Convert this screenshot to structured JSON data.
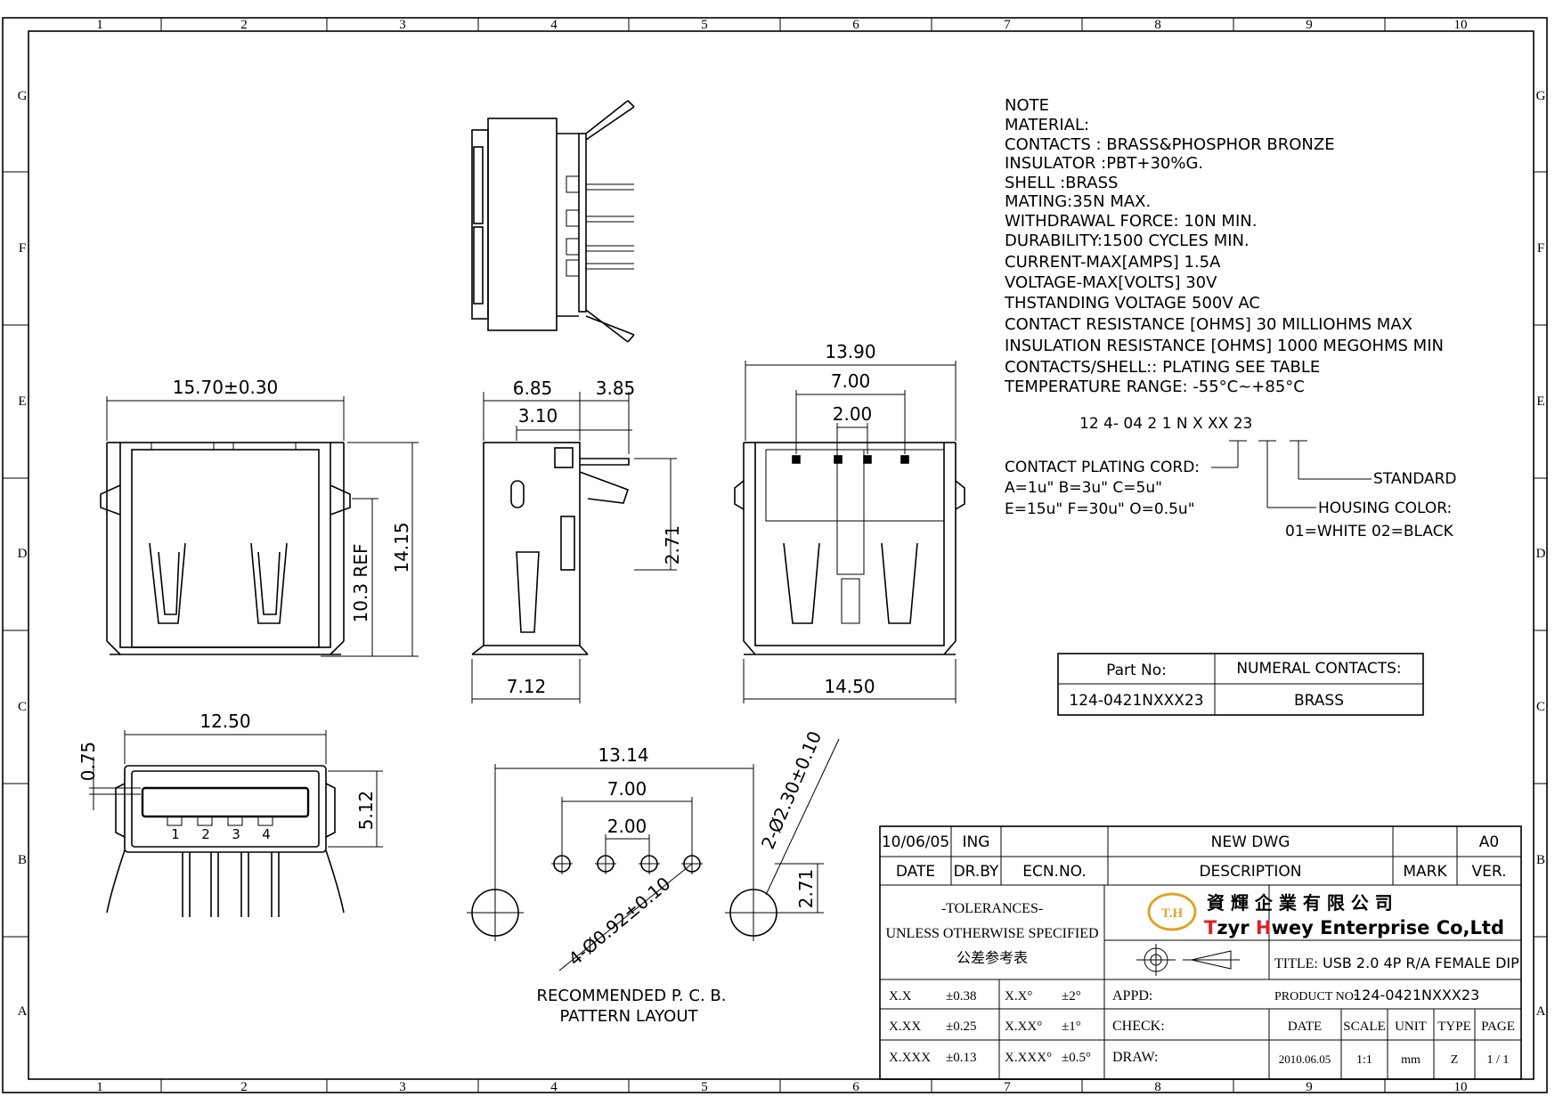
{
  "border": {
    "columns": [
      "1",
      "2",
      "3",
      "4",
      "5",
      "6",
      "7",
      "8",
      "9",
      "10"
    ],
    "rows": [
      "G",
      "F",
      "E",
      "D",
      "C",
      "B",
      "A"
    ]
  },
  "notes": [
    "NOTE",
    "MATERIAL:",
    "CONTACTS : BRASS&PHOSPHOR BRONZE",
    "INSULATOR :PBT+30%G.",
    "SHELL :BRASS",
    "MATING:35N MAX.",
    "WITHDRAWAL FORCE: 10N MIN.",
    "DURABILITY:1500 CYCLES MIN.",
    "CURRENT-MAX[AMPS] 1.5A",
    "VOLTAGE-MAX[VOLTS] 30V",
    "THSTANDING VOLTAGE 500V AC",
    "CONTACT RESISTANCE [OHMS] 30 MILLIOHMS MAX",
    "INSULATION RESISTANCE [OHMS] 1000 MEGOHMS MIN",
    "CONTACTS/SHELL:: PLATING SEE TABLE",
    "TEMPERATURE RANGE: -55°C~+85°C"
  ],
  "code": {
    "part_code": "12 4- 04 2 1 N X XX 23",
    "plating_title": "CONTACT PLATING CORD:",
    "plating_line1": "A=1u\"  B=3u\"  C=5u\"",
    "plating_line2": "E=15u\" F=30u\" O=0.5u\"",
    "standard": "STANDARD",
    "housing_title": "HOUSING COLOR:",
    "housing_line": "01=WHITE 02=BLACK"
  },
  "part_table": {
    "header_part": "Part No:",
    "header_contacts": "NUMERAL CONTACTS:",
    "part_value": "124-0421NXXX23",
    "contacts_value": "BRASS"
  },
  "dimensions": {
    "front_width": "15.70±0.30",
    "front_ref": "10.3 REF",
    "front_height": "14.15",
    "side_a": "6.85",
    "side_b": "3.85",
    "side_c": "3.10",
    "side_d": "2.71",
    "side_bottom": "7.12",
    "rear_overall": "13.90",
    "rear_pitch": "7.00",
    "rear_small": "2.00",
    "rear_bottom": "14.50",
    "face_width": "12.50",
    "face_top": "0.75",
    "face_height": "5.12",
    "pins": [
      "1",
      "2",
      "3",
      "4"
    ],
    "pcb_overall": "13.14",
    "pcb_pitch": "7.00",
    "pcb_small": "2.00",
    "pcb_big_hole": "2-Ø2.30±0.10",
    "pcb_small_hole": "4-Ø0.92±0.10",
    "pcb_offset": "2.71",
    "pcb_caption_1": "RECOMMENDED P. C. B.",
    "pcb_caption_2": "PATTERN LAYOUT"
  },
  "title_block": {
    "rev_date": "10/06/05",
    "rev_by": "ING",
    "rev_desc": "NEW DWG",
    "rev_ver": "A0",
    "h_date": "DATE",
    "h_drby": "DR.BY",
    "h_ecn": "ECN.NO.",
    "h_desc": "DESCRIPTION",
    "h_mark": "MARK",
    "h_ver": "VER.",
    "tol_title": "-TOLERANCES-",
    "tol_sub": "UNLESS OTHERWISE SPECIFIED",
    "tol_cn": "公差参考表",
    "logo_mark": "T.H",
    "company_cn": "資 輝 企 業 有 限 公 司",
    "company_t": "T",
    "company_zyr": "zyr ",
    "company_h": "H",
    "company_rest": "wey Enterprise Co,Ltd",
    "brand_red": "#d8232a",
    "title_label": "TITLE:",
    "title_value": "USB 2.0 4P R/A FEMALE DIP",
    "product_label": "PRODUCT NO:",
    "product_value": "124-0421NXXX23",
    "appd": "APPD:",
    "check": "CHECK:",
    "draw": "DRAW:",
    "tol_rows": [
      {
        "a": "X.X",
        "b": "±0.38",
        "c": "X.X°",
        "d": "±2°"
      },
      {
        "a": "X.XX",
        "b": "±0.25",
        "c": "X.XX°",
        "d": "±1°"
      },
      {
        "a": "X.XXX",
        "b": "±0.13",
        "c": "X.XXX°",
        "d": "±0.5°"
      }
    ],
    "info_headers": [
      "DATE",
      "SCALE",
      "UNIT",
      "TYPE",
      "PAGE"
    ],
    "info_values": [
      "2010.06.05",
      "1:1",
      "mm",
      "Z",
      "1 / 1"
    ]
  }
}
